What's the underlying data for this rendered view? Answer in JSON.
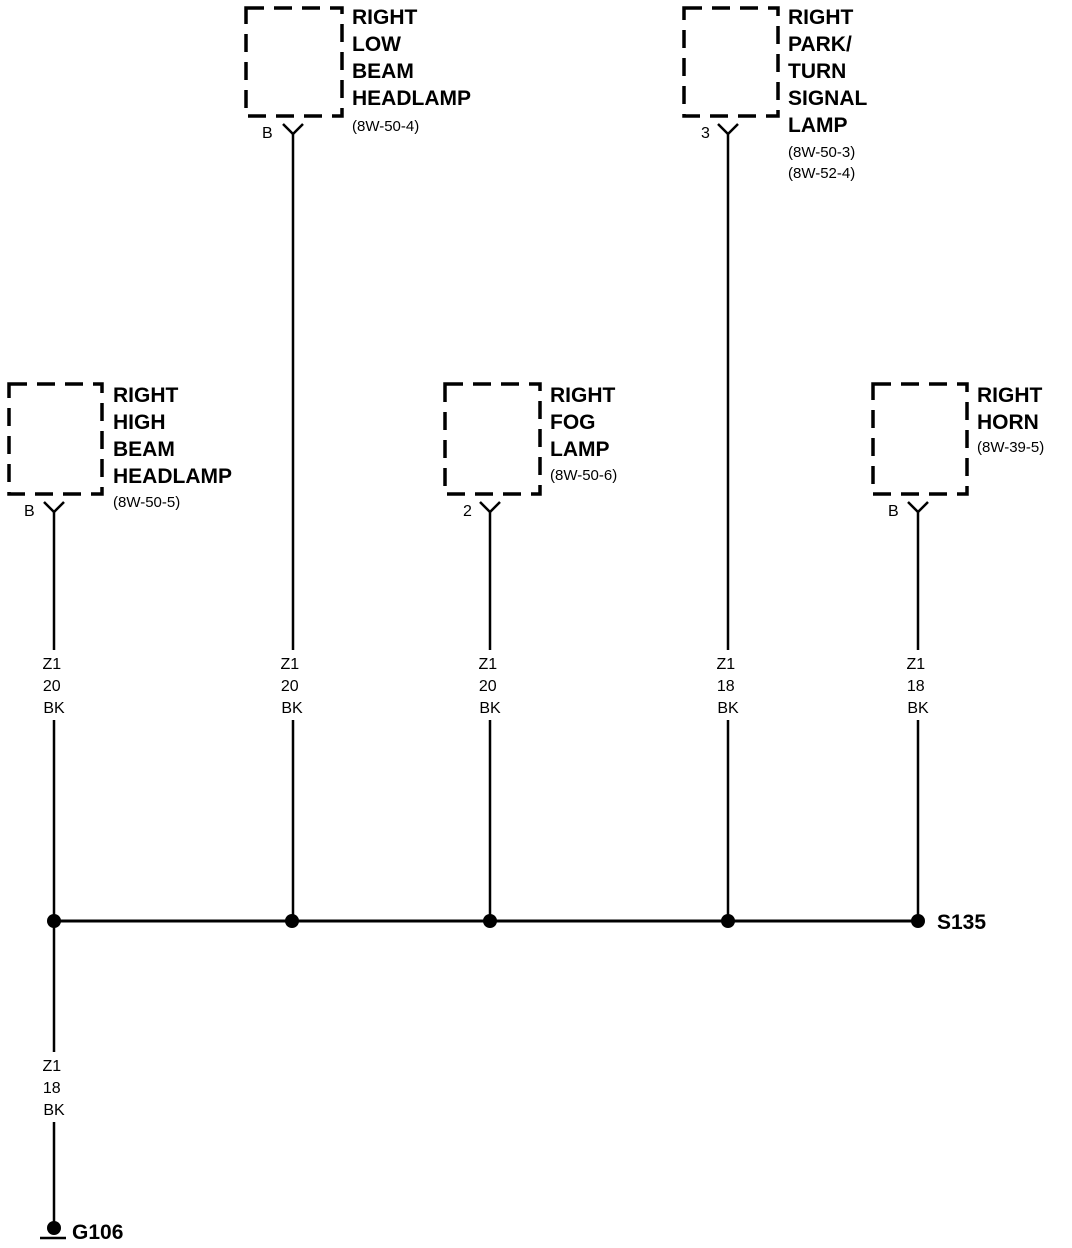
{
  "components": [
    {
      "id": "right-high-beam-headlamp",
      "name_lines": [
        "RIGHT",
        "HIGH",
        "BEAM",
        "HEADLAMP"
      ],
      "refs": [
        "(8W-50-5)"
      ],
      "pin": "B"
    },
    {
      "id": "right-low-beam-headlamp",
      "name_lines": [
        "RIGHT",
        "LOW",
        "BEAM",
        "HEADLAMP"
      ],
      "refs": [
        "(8W-50-4)"
      ],
      "pin": "B"
    },
    {
      "id": "right-fog-lamp",
      "name_lines": [
        "RIGHT",
        "FOG",
        "LAMP"
      ],
      "refs": [
        "(8W-50-6)"
      ],
      "pin": "2"
    },
    {
      "id": "right-park-turn-signal-lamp",
      "name_lines": [
        "RIGHT",
        "PARK/",
        "TURN",
        "SIGNAL",
        "LAMP"
      ],
      "refs": [
        "(8W-50-3)",
        "(8W-52-4)"
      ],
      "pin": "3"
    },
    {
      "id": "right-horn",
      "name_lines": [
        "RIGHT",
        "HORN"
      ],
      "refs": [
        "(8W-39-5)"
      ],
      "pin": "B"
    }
  ],
  "wires": [
    {
      "circuit": "Z1",
      "gauge": "20",
      "color": "BK"
    },
    {
      "circuit": "Z1",
      "gauge": "20",
      "color": "BK"
    },
    {
      "circuit": "Z1",
      "gauge": "20",
      "color": "BK"
    },
    {
      "circuit": "Z1",
      "gauge": "18",
      "color": "BK"
    },
    {
      "circuit": "Z1",
      "gauge": "18",
      "color": "BK"
    }
  ],
  "ground_wire": {
    "circuit": "Z1",
    "gauge": "18",
    "color": "BK"
  },
  "splice": {
    "label": "S135"
  },
  "ground": {
    "label": "G106"
  }
}
